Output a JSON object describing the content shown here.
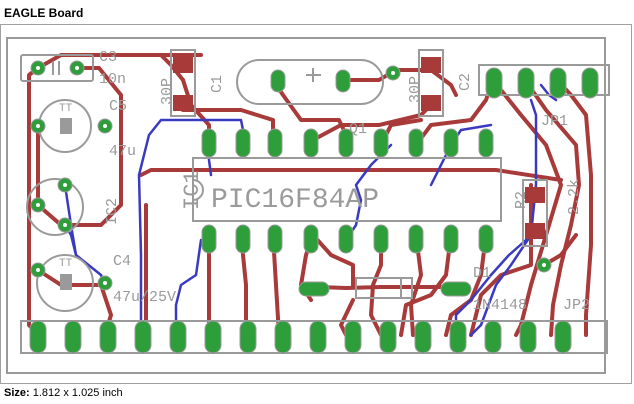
{
  "window": {
    "title": "EAGLE Board"
  },
  "status": {
    "size_label": "Size:",
    "size_value": "1.812 x 1.025 inch"
  },
  "labels": {
    "c3": "C3",
    "c3_val": "10n",
    "c5": "C5",
    "c5_val": "47u",
    "ic2": "IC2",
    "c4": "C4",
    "c4_val": "47u/25V",
    "c1": "C1",
    "c1_val": "30P",
    "c2": "C2",
    "c2_val": "30P",
    "q1": "Q1",
    "ic1": "IC1",
    "ic1_val": "PIC16F84AP",
    "jp1": "JP1",
    "r2": "R2",
    "r2_val": "2.2k",
    "d1": "D1",
    "d1_val": "1N4148",
    "jp2": "JP2",
    "tt1": "TT",
    "tt2": "TT"
  },
  "colors": {
    "silk": "#9a9a9a",
    "pad": "#2e9e3a",
    "top_trace": "#a83a3a",
    "bottom_trace": "#3a3ac0",
    "smd": "#a83a3a"
  }
}
